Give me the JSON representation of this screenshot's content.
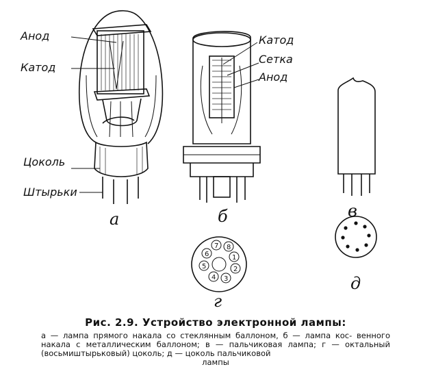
{
  "labels": {
    "a": {
      "anod": "Анод",
      "katod": "Катод",
      "tsokol": "Цоколь",
      "shtyrki": "Штырьки",
      "letter": "а"
    },
    "b": {
      "katod": "Катод",
      "setka": "Сетка",
      "anod": "Анод",
      "letter": "б"
    },
    "v": {
      "letter": "в"
    },
    "g": {
      "letter": "г",
      "pins": [
        "1",
        "2",
        "3",
        "4",
        "5",
        "6",
        "7",
        "8"
      ]
    },
    "d": {
      "letter": "д"
    }
  },
  "caption": {
    "title": "Рис. 2.9. Устройство электронной лампы:",
    "line1": "а — лампа прямого накала со стеклянным баллоном, б — лампа кос-",
    "line2": "венного накала с металлическим баллоном; в — пальчиковая лампа;",
    "line3": "г — октальный (восьмиштырьковый) цоколь; д — цоколь пальчиковой",
    "line4": "лампы"
  }
}
